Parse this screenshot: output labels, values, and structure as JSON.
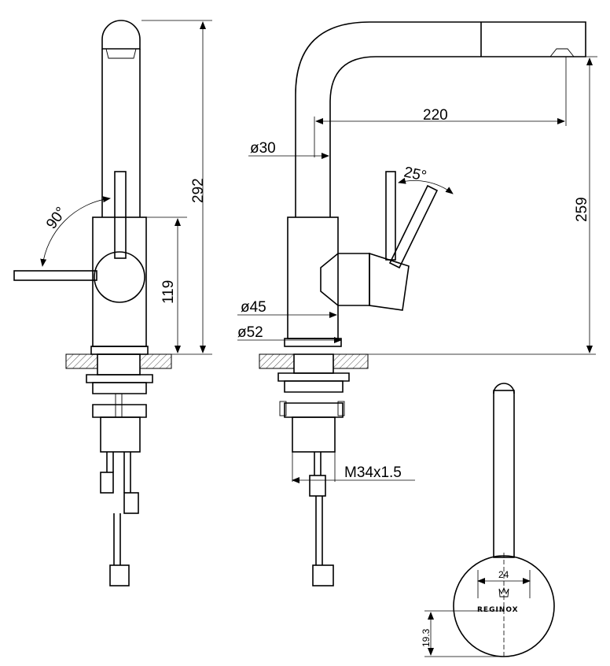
{
  "dimensions": {
    "total_height": "292",
    "body_height": "119",
    "spout_reach": "220",
    "spout_height": "259",
    "spout_diameter": "ø30",
    "body_diameter": "ø45",
    "base_diameter": "ø52",
    "thread": "M34x1.5",
    "rotation_angle": "90°",
    "lever_angle": "25°",
    "top_view_width": "24",
    "top_view_offset": "19.3"
  },
  "brand": {
    "logo_text": "REGINOX"
  }
}
